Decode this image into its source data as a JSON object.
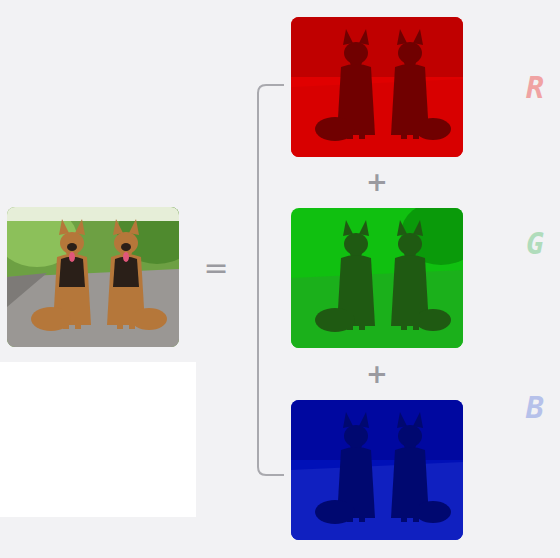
{
  "diagram": {
    "labels": [
      "=",
      "+",
      "+",
      "R",
      "G",
      "B"
    ]
  }
}
